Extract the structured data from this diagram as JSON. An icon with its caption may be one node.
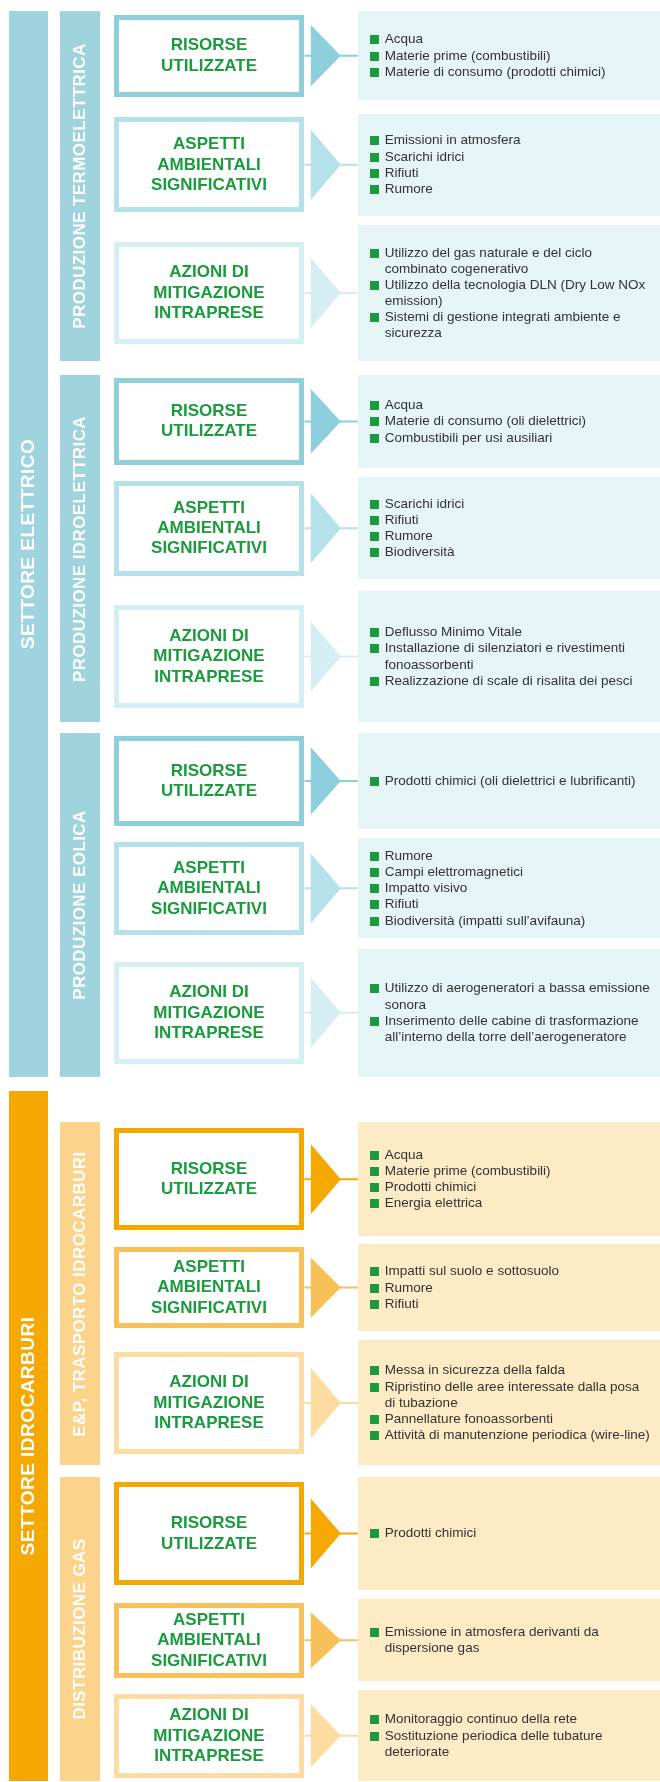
{
  "diagram": {
    "nodes": [
      {
        "text": [
          "SETTORE ELETTRICO"
        ]
      },
      {
        "text": [
          "PRODUZIONE TERMOELETTRICA"
        ]
      },
      {
        "text": [
          "RISORSE UTILIZZATE"
        ]
      },
      {
        "text": [
          "Acqua",
          "Materie prime (combustibili)",
          "Materie di consumo (prodotti chimici)"
        ]
      },
      {
        "text": [
          "ASPETTI AMBIENTALI SIGNIFICATIVI"
        ]
      },
      {
        "text": [
          "Emissioni in atmosfera",
          "Scarichi idrici",
          "Rifiuti",
          "Rumore"
        ]
      },
      {
        "text": [
          "AZIONI DI MITIGAZIONE INTRAPRESE"
        ]
      },
      {
        "text": [
          "Utilizzo del gas naturale e del ciclo combinato cogenerativo",
          "Utilizzo della tecnologia DLN (Dry Low NOx emission)",
          "Sistemi di gestione integrati ambiente e sicurezza"
        ]
      },
      {
        "text": [
          "PRODUZIONE IDROELETTRICA"
        ]
      },
      {
        "text": [
          "RISORSE UTILIZZATE"
        ]
      },
      {
        "text": [
          "Acqua",
          "Materie di consumo (oli dielettrici)",
          "Combustibili per usi ausiliari"
        ]
      },
      {
        "text": [
          "ASPETTI AMBIENTALI SIGNIFICATIVI"
        ]
      },
      {
        "text": [
          "Scarichi idrici",
          "Rifiuti",
          "Rumore",
          "Biodiversità"
        ]
      },
      {
        "text": [
          "AZIONI DI MITIGAZIONE INTRAPRESE"
        ]
      },
      {
        "text": [
          "Deflusso Minimo Vitale",
          "Installazione di silenziatori e rivestimenti fonoassorbenti",
          "Realizzazione di scale di risalita dei pesci"
        ]
      },
      {
        "text": [
          "PRODUZIONE EOLICA"
        ]
      },
      {
        "text": [
          "RISORSE UTILIZZATE"
        ]
      },
      {
        "text": [
          "Prodotti chimici (oli dielettrici e lubrificanti)"
        ]
      },
      {
        "text": [
          "ASPETTI AMBIENTALI SIGNIFICATIVI"
        ]
      },
      {
        "text": [
          "Rumore",
          "Campi elettromagnetici",
          "Impatto visivo",
          "Rifiuti",
          "Biodiversità (impatti sull’avifauna)"
        ]
      },
      {
        "text": [
          "AZIONI DI MITIGAZIONE INTRAPRESE"
        ]
      },
      {
        "text": [
          "Utilizzo di aerogeneratori a bassa emissione sonora",
          "Inserimento delle cabine di trasformazione all’interno della torre dell’aerogeneratore"
        ]
      },
      {
        "text": [
          "SETTORE IDROCARBURI"
        ]
      },
      {
        "text": [
          "E&P, TRASPORTO IDROCARBURI"
        ]
      },
      {
        "text": [
          "RISORSE UTILIZZATE"
        ]
      },
      {
        "text": [
          "Acqua",
          "Materie prime (combustibili)",
          "Prodotti chimici",
          "Energia elettrica"
        ]
      },
      {
        "text": [
          "ASPETTI AMBIENTALI SIGNIFICATIVI"
        ]
      },
      {
        "text": [
          "Impatti sul suolo e sottosuolo",
          "Rumore",
          "Rifiuti"
        ]
      },
      {
        "text": [
          "AZIONI DI MITIGAZIONE INTRAPRESE"
        ]
      },
      {
        "text": [
          "Messa in sicurezza della falda",
          "Ripristino delle aree interessate dalla posa di tubazione",
          "Pannellature fonoassorbenti",
          "Attività di manutenzione periodica (wire-line)"
        ]
      },
      {
        "text": [
          "DISTRIBUZIONE GAS"
        ]
      },
      {
        "text": [
          "RISORSE UTILIZZATE"
        ]
      },
      {
        "text": [
          "Prodotti chimici"
        ]
      },
      {
        "text": [
          "ASPETTI AMBIENTALI SIGNIFICATIVI"
        ]
      },
      {
        "text": [
          "Emissione in atmosfera derivanti da dispersione gas"
        ]
      },
      {
        "text": [
          "AZIONI DI MITIGAZIONE INTRAPRESE"
        ]
      },
      {
        "text": [
          "Monitoraggio continuo della rete",
          "Sostituzione periodica delle tubature deteriorate"
        ]
      }
    ],
    "edges": [
      {
        "from": 2,
        "to": 3,
        "arrow": "to",
        "color": "#8dcfdc"
      },
      {
        "from": 4,
        "to": 5,
        "arrow": "to",
        "color": "#b5e1ea"
      },
      {
        "from": 6,
        "to": 7,
        "arrow": "to",
        "color": "#d5eef3"
      },
      {
        "from": 9,
        "to": 10,
        "arrow": "to",
        "color": "#8dcfdc"
      },
      {
        "from": 11,
        "to": 12,
        "arrow": "to",
        "color": "#b5e1ea"
      },
      {
        "from": 13,
        "to": 14,
        "arrow": "to",
        "color": "#d5eef3"
      },
      {
        "from": 16,
        "to": 17,
        "arrow": "to",
        "color": "#8dcfdc"
      },
      {
        "from": 18,
        "to": 19,
        "arrow": "to",
        "color": "#b5e1ea"
      },
      {
        "from": 20,
        "to": 21,
        "arrow": "to",
        "color": "#d5eef3"
      },
      {
        "from": 24,
        "to": 25,
        "arrow": "to",
        "color": "#f5a800"
      },
      {
        "from": 26,
        "to": 27,
        "arrow": "to",
        "color": "#f8c158"
      },
      {
        "from": 28,
        "to": 29,
        "arrow": "to",
        "color": "#fcdca0"
      },
      {
        "from": 31,
        "to": 32,
        "arrow": "to",
        "color": "#f5a800"
      },
      {
        "from": 33,
        "to": 34,
        "arrow": "to",
        "color": "#f8c158"
      },
      {
        "from": 35,
        "to": 36,
        "arrow": "to",
        "color": "#fcdca0"
      }
    ]
  }
}
